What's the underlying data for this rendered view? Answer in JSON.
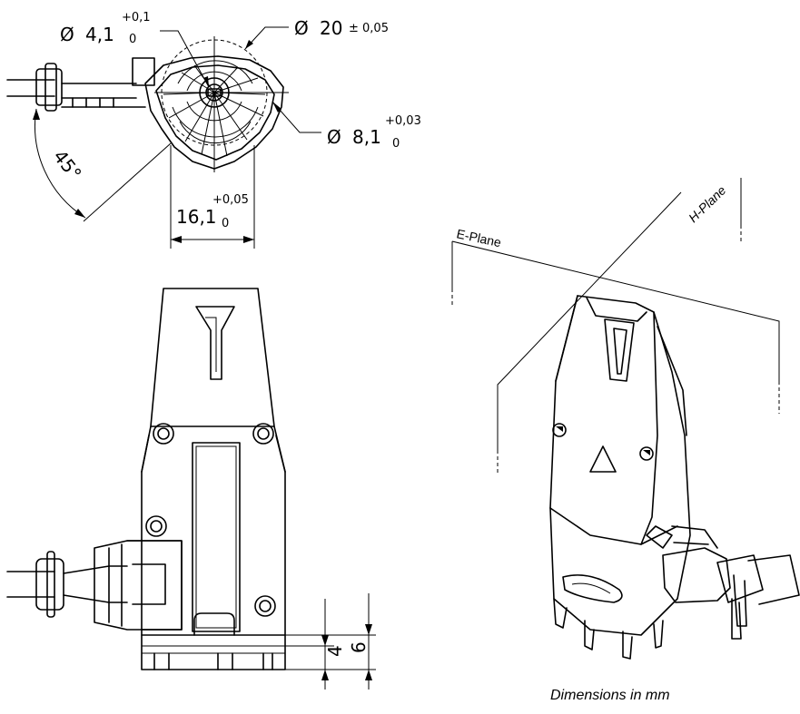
{
  "dimensions": {
    "d_small": {
      "symbol": "Ø",
      "value": "4,1",
      "tol_upper": "+0,1",
      "tol_lower": "0"
    },
    "d_large": {
      "symbol": "Ø",
      "value": "20",
      "tol": "± 0,05"
    },
    "d_mid": {
      "symbol": "Ø",
      "value": "8,1",
      "tol_upper": "+0,03",
      "tol_lower": "0"
    },
    "width": {
      "value": "16,1",
      "tol_upper": "+0,05",
      "tol_lower": "0"
    },
    "angle": {
      "value": "45°"
    },
    "height_4": {
      "value": "4"
    },
    "height_6": {
      "value": "6"
    }
  },
  "planes": {
    "e_plane": "E-Plane",
    "h_plane": "H-Plane"
  },
  "caption": "Dimensions in mm"
}
